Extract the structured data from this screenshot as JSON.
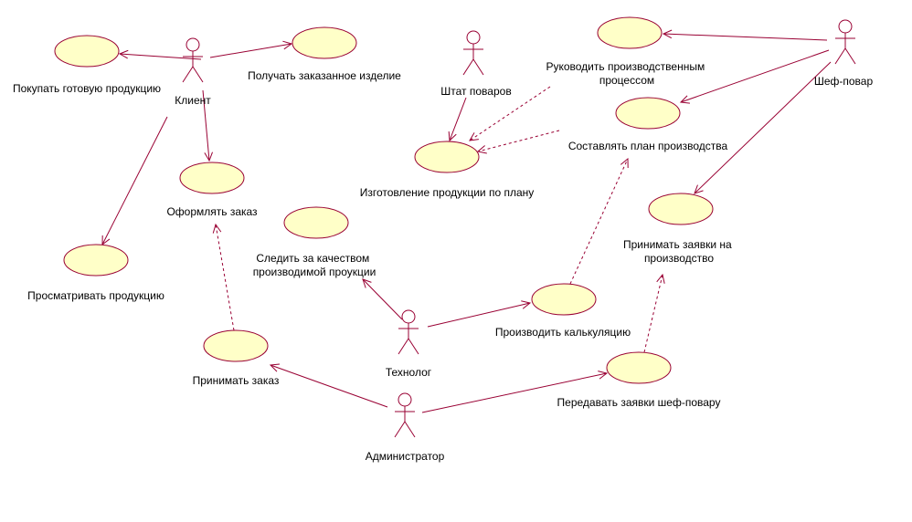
{
  "actors": [
    {
      "id": "client",
      "name": "Клиент"
    },
    {
      "id": "staff",
      "name": "Штат поваров"
    },
    {
      "id": "chef",
      "name": "Шеф-повар"
    },
    {
      "id": "technologist",
      "name": "Технолог"
    },
    {
      "id": "admin",
      "name": "Администратор"
    }
  ],
  "use_cases": [
    {
      "id": "buy",
      "lines": [
        "Покупать готовую продукцию"
      ]
    },
    {
      "id": "receive",
      "lines": [
        "Получать заказанное изделие"
      ]
    },
    {
      "id": "order",
      "lines": [
        "Оформлять заказ"
      ]
    },
    {
      "id": "browse",
      "lines": [
        "Просматривать продукцию"
      ]
    },
    {
      "id": "produce",
      "lines": [
        "Изготовление продукции по плану"
      ]
    },
    {
      "id": "manage",
      "lines": [
        "Руководить производственным",
        "процессом"
      ]
    },
    {
      "id": "plan",
      "lines": [
        "Составлять план производства"
      ]
    },
    {
      "id": "requests",
      "lines": [
        "Принимать заявки на",
        "производство"
      ]
    },
    {
      "id": "quality",
      "lines": [
        "Следить за качеством",
        "производимой проукции"
      ]
    },
    {
      "id": "calc",
      "lines": [
        "Производить калькуляцию"
      ]
    },
    {
      "id": "accept",
      "lines": [
        "Принимать заказ"
      ]
    },
    {
      "id": "pass",
      "lines": [
        "Передавать заявки шеф-повару"
      ]
    }
  ],
  "associations": [
    {
      "from": "client",
      "to": "buy"
    },
    {
      "from": "client",
      "to": "receive"
    },
    {
      "from": "client",
      "to": "order"
    },
    {
      "from": "client",
      "to": "browse"
    },
    {
      "from": "staff",
      "to": "produce"
    },
    {
      "from": "chef",
      "to": "manage"
    },
    {
      "from": "chef",
      "to": "plan"
    },
    {
      "from": "chef",
      "to": "requests"
    },
    {
      "from": "technologist",
      "to": "quality"
    },
    {
      "from": "technologist",
      "to": "calc"
    },
    {
      "from": "admin",
      "to": "accept"
    },
    {
      "from": "admin",
      "to": "pass"
    }
  ],
  "dependencies": [
    {
      "from": "manage",
      "to": "produce"
    },
    {
      "from": "plan",
      "to": "produce"
    },
    {
      "from": "calc",
      "to": "plan"
    },
    {
      "from": "accept",
      "to": "order"
    },
    {
      "from": "pass",
      "to": "requests"
    }
  ]
}
